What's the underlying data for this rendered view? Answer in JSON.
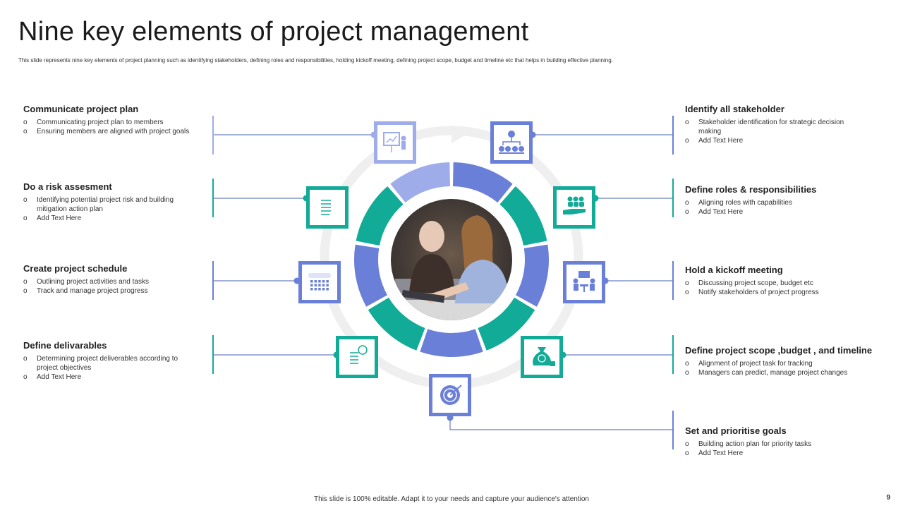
{
  "title": "Nine key elements of project management",
  "subtitle": "This slide represents nine key elements of project planning such as identifying stakeholders, defining roles and responsibilities, holding kickoff meeting, defining project scope, budget and timeline etc that helps in building effective planning.",
  "colors": {
    "blue": "#6a7fd8",
    "blue_light": "#9eacea",
    "teal": "#12ab98",
    "gray_ring": "#efefef"
  },
  "left_blocks": [
    {
      "title": "Communicate project plan",
      "bullets": [
        "Communicating project plan to members",
        "Ensuring members are aligned with project goals"
      ],
      "icon": "presentation-icon"
    },
    {
      "title": "Do a risk assesment",
      "bullets": [
        "Identifying potential project risk and building mitigation action plan",
        "Add Text Here"
      ],
      "icon": "document-pen-icon"
    },
    {
      "title": "Create project schedule",
      "bullets": [
        "Outlining project activities and tasks",
        "Track and manage project progress"
      ],
      "icon": "calendar-icon"
    },
    {
      "title": "Define delivarables",
      "bullets": [
        "Determining project deliverables according to project objectives",
        "Add Text Here"
      ],
      "icon": "certificate-icon"
    }
  ],
  "right_blocks": [
    {
      "title": "Identify all stakeholder",
      "bullets": [
        "Stakeholder identification for strategic decision making",
        "Add Text Here"
      ],
      "icon": "org-chart-icon"
    },
    {
      "title": "Define roles & responsibilities",
      "bullets": [
        "Aligning roles with capabilities",
        "Add Text Here"
      ],
      "icon": "team-hand-icon"
    },
    {
      "title": "Hold a kickoff meeting",
      "bullets": [
        "Discussing project scope, budget etc",
        "Notify stakeholders of project progress"
      ],
      "icon": "meeting-icon"
    },
    {
      "title": "Define project scope ,budget , and timeline",
      "bullets": [
        "Alignment of project task for tracking",
        "Managers can predict, manage project changes"
      ],
      "icon": "money-bag-icon"
    },
    {
      "title": "Set and prioritise goals",
      "bullets": [
        "Building action plan for priority tasks",
        "Add Text Here"
      ],
      "icon": "target-icon"
    }
  ],
  "footer": "This slide is 100% editable. Adapt it to your needs and capture your audience's attention",
  "page_number": "9"
}
